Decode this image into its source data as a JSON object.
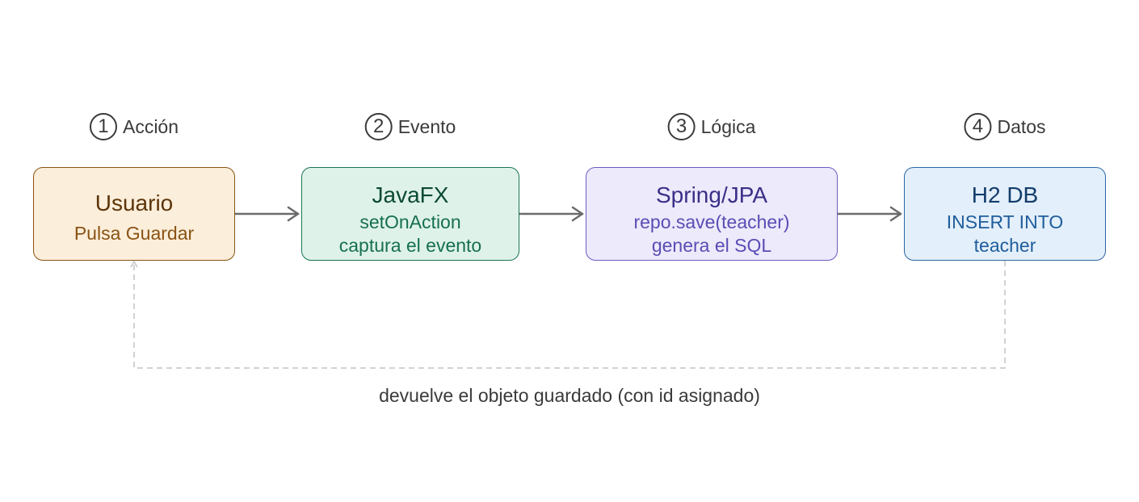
{
  "stages": [
    {
      "number": "1",
      "label": "Acción"
    },
    {
      "number": "2",
      "label": "Evento"
    },
    {
      "number": "3",
      "label": "Lógica"
    },
    {
      "number": "4",
      "label": "Datos"
    }
  ],
  "boxes": {
    "usuario": {
      "title": "Usuario",
      "lines": [
        "Pulsa Guardar"
      ]
    },
    "javafx": {
      "title": "JavaFX",
      "lines": [
        "setOnAction",
        "captura el evento"
      ]
    },
    "spring": {
      "title": "Spring/JPA",
      "lines": [
        "repo.save(teacher)",
        "genera el SQL"
      ]
    },
    "h2": {
      "title": "H2 DB",
      "lines": [
        "INSERT INTO",
        "teacher"
      ]
    }
  },
  "return_label": "devuelve el objeto guardado (con id asignado)",
  "colors": {
    "arrow": "#6b6b6b",
    "return_path": "#c4c4c4",
    "text": "#3a3a3a"
  }
}
